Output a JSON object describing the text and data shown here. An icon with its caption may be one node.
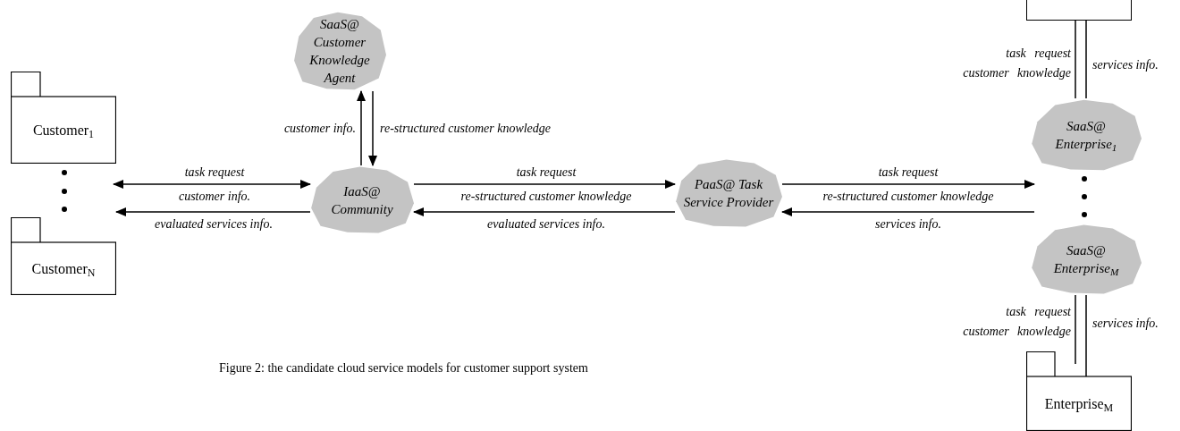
{
  "diagram": {
    "caption": "Figure 2: the candidate cloud service models for customer support system",
    "nodes": [
      {
        "text": [
          "Customer$_{1}$"
        ]
      },
      {
        "text": [
          "Customer$_{N}$"
        ]
      },
      {
        "text": [
          "SaaS@ Customer Knowledge Agent"
        ]
      },
      {
        "text": [
          "IaaS@ Community"
        ]
      },
      {
        "text": [
          "PaaS@ Task Service Provider"
        ]
      },
      {
        "text": [],
        "shape": "box"
      },
      {
        "text": [
          "SaaS@ Enterprise$_{1}$"
        ]
      },
      {
        "text": [
          "SaaS@ Enterprise$_{M}$"
        ]
      },
      {
        "text": [
          "Enterprise$_{M}$"
        ]
      }
    ],
    "edges": [
      {
        "from": 0,
        "to": 3,
        "arrow": "both",
        "label": "task request"
      },
      {
        "from": 3,
        "to": null,
        "arrow": "to",
        "label": "evaluated services info."
      },
      {
        "from": 3,
        "to": 2,
        "arrow": "to",
        "label": "customer info."
      },
      {
        "from": 2,
        "to": 3,
        "arrow": "to",
        "label": "re-structured customer knowledge"
      },
      {
        "from": 3,
        "to": 4,
        "arrow": "to",
        "label": "task request"
      },
      {
        "from": 4,
        "to": 3,
        "arrow": "to",
        "label": "evaluated services info."
      },
      {
        "from": 4,
        "to": 6,
        "arrow": "to",
        "label": "task request"
      },
      {
        "from": null,
        "to": 4,
        "arrow": "to",
        "label": "services info."
      },
      {
        "from": 6,
        "to": 5,
        "arrow": "none",
        "label": "task request customer knowledge"
      },
      {
        "from": 5,
        "to": 6,
        "arrow": "none",
        "label": "services info."
      },
      {
        "from": 7,
        "to": 8,
        "arrow": "none",
        "label": "task request customer knowledge"
      },
      {
        "from": 8,
        "to": 7,
        "arrow": "none",
        "label": "services info."
      }
    ],
    "labels": [
      "customer info.",
      "re-structured customer knowledge",
      "re-structured customer knowledge"
    ]
  }
}
